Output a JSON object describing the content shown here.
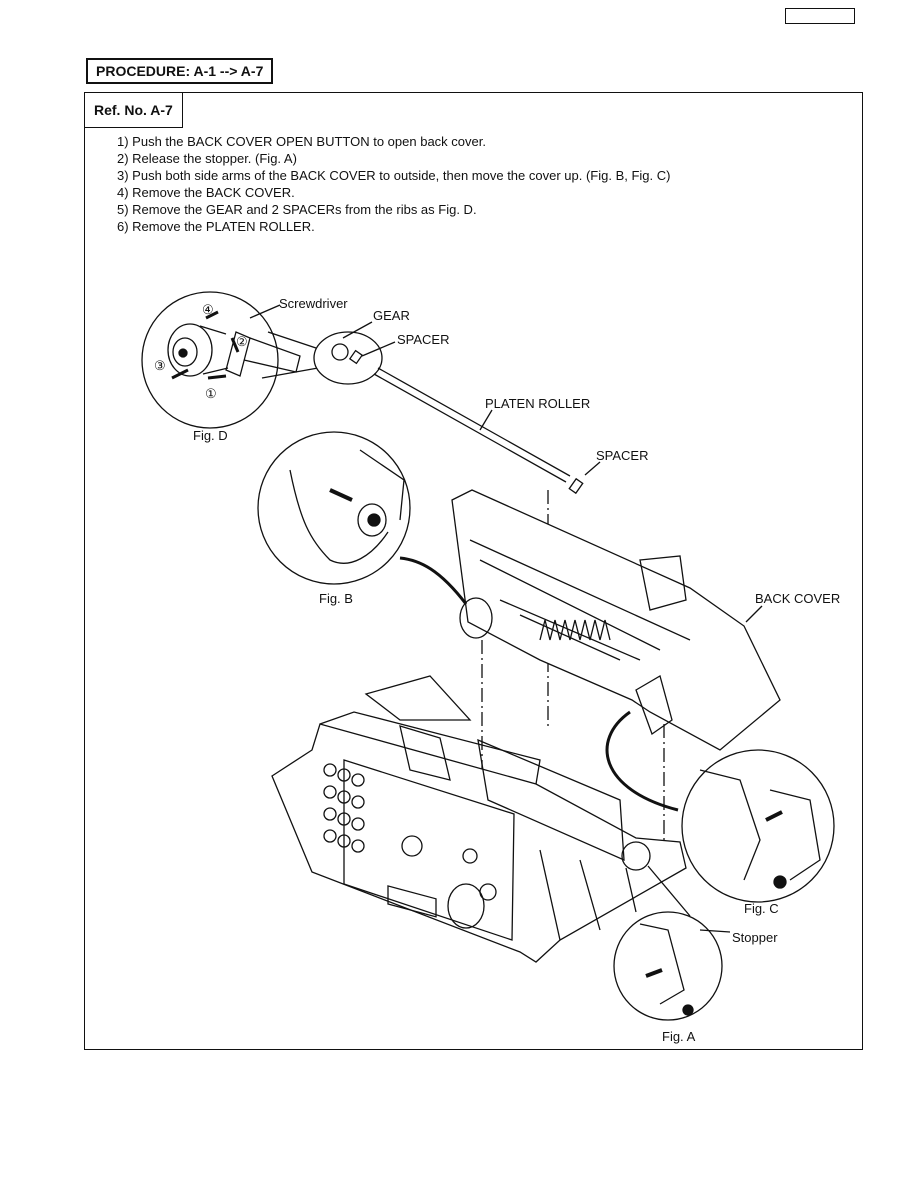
{
  "procedure_label": "PROCEDURE:  A-1 --> A-7",
  "ref_label": "Ref. No.  A-7",
  "steps": [
    "1)  Push the BACK COVER OPEN BUTTON to open back cover.",
    "2)  Release the stopper. (Fig. A)",
    "3)  Push both side arms of the BACK COVER to outside, then move the cover up. (Fig. B, Fig. C)",
    "4)  Remove the BACK COVER.",
    "5)  Remove the GEAR and 2 SPACERs from the ribs as Fig. D.",
    "6)  Remove the PLATEN ROLLER."
  ],
  "labels": {
    "screwdriver": "Screwdriver",
    "gear": "GEAR",
    "spacer_top": "SPACER",
    "platen_roller": "PLATEN ROLLER",
    "spacer_right": "SPACER",
    "back_cover": "BACK COVER",
    "stopper": "Stopper",
    "fig_d": "Fig. D",
    "fig_b": "Fig. B",
    "fig_c": "Fig. C",
    "fig_a": "Fig. A"
  },
  "step_markers": [
    "④",
    "②",
    "③",
    "①"
  ]
}
